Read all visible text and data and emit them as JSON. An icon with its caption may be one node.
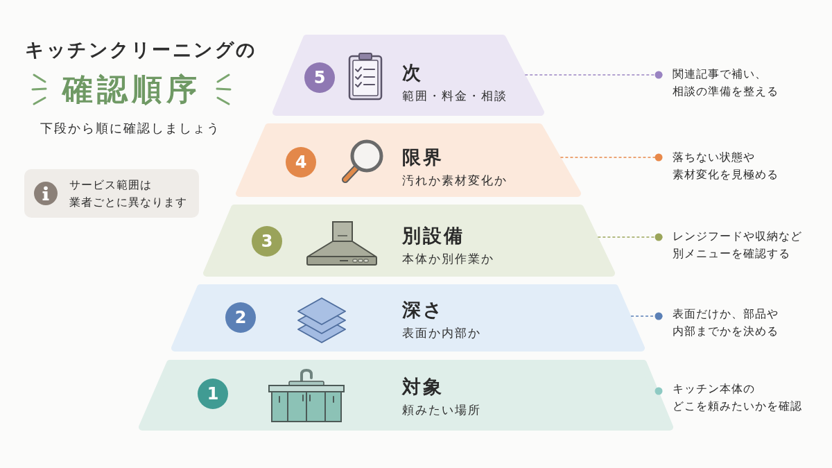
{
  "diagram": {
    "title": "キッチンクリーニングの",
    "nodes": [
      {
        "text": [
          "次",
          "範囲・料金・相談"
        ]
      },
      {
        "text": [
          "5"
        ],
        "in": 0
      },
      {
        "text": [
          "限界",
          "汚れか素材変化か"
        ]
      },
      {
        "text": [
          "4"
        ],
        "in": 2
      },
      {
        "text": [
          "別設備",
          "本体か別作業か"
        ]
      },
      {
        "text": [
          "3"
        ],
        "in": 4
      },
      {
        "text": [
          "深さ",
          "表面か内部か"
        ]
      },
      {
        "text": [
          "2"
        ],
        "in": 6
      },
      {
        "text": [
          "対象",
          "頼みたい場所"
        ]
      },
      {
        "text": [
          "1"
        ],
        "in": 8
      },
      {
        "text": [
          "関連記事で補い、相談の準備を整える"
        ]
      },
      {
        "text": [
          "落ちない状態や素材変化を見極める"
        ]
      },
      {
        "text": [
          "レンジフードや収納など別メニューを確認する"
        ]
      },
      {
        "text": [
          "表面だけか、部品や内部までかを決める"
        ]
      },
      {
        "text": [
          "キッチン本体のどこを頼みたいかを確認"
        ]
      },
      {
        "text": [
          "サービス範囲は業者ごとに異なります"
        ]
      }
    ],
    "edges": [
      {
        "from": 0,
        "to": 10,
        "arrow": "other",
        "style": "dashed",
        "color": "#9a84c2"
      },
      {
        "from": 2,
        "to": 11,
        "arrow": "other",
        "style": "dashed",
        "color": "#e8894a"
      },
      {
        "from": 4,
        "to": 12,
        "arrow": "other",
        "style": "dashed",
        "color": "#9ba55a"
      },
      {
        "from": 6,
        "to": 13,
        "arrow": "other",
        "style": "dashed",
        "color": "#5b80b6"
      },
      {
        "from": 8,
        "to": 14,
        "arrow": "other",
        "style": "dashed",
        "color": "#8ecac3"
      }
    ],
    "labels": [
      "確認順序",
      "下段から順に確認しましょう"
    ]
  }
}
